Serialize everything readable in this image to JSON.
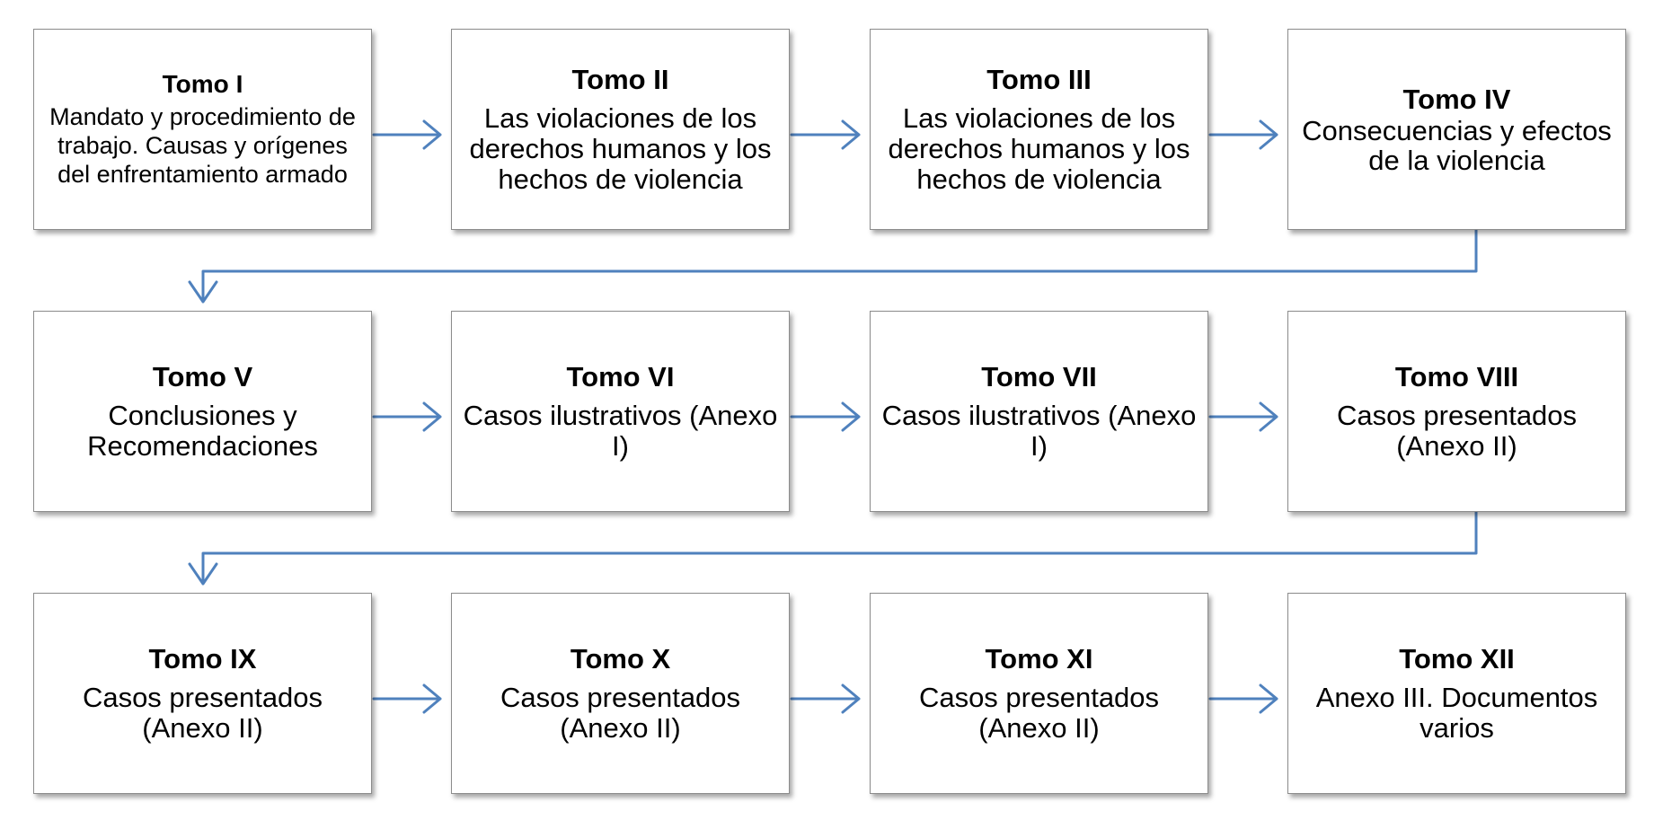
{
  "diagram": {
    "title": "",
    "colors": {
      "connector": "#4f81bd",
      "box_border": "#8c8c8c"
    },
    "boxes": [
      {
        "title": "Tomo I",
        "description": "Mandato y procedimiento de trabajo. Causas y orígenes del enfrentamiento armado"
      },
      {
        "title": "Tomo II",
        "description": "Las violaciones de los derechos humanos y los hechos de violencia"
      },
      {
        "title": "Tomo III",
        "description": "Las violaciones de los derechos humanos y los hechos de violencia"
      },
      {
        "title": "Tomo IV",
        "description": "Consecuencias y efectos de la violencia"
      },
      {
        "title": "Tomo V",
        "description": "Conclusiones y Recomendaciones"
      },
      {
        "title": "Tomo VI",
        "description": "Casos ilustrativos (Anexo I)"
      },
      {
        "title": "Tomo VII",
        "description": "Casos ilustrativos (Anexo I)"
      },
      {
        "title": "Tomo VIII",
        "description": "Casos presentados (Anexo II)"
      },
      {
        "title": "Tomo IX",
        "description": "Casos presentados (Anexo II)"
      },
      {
        "title": "Tomo X",
        "description": "Casos presentados (Anexo II)"
      },
      {
        "title": "Tomo XI",
        "description": "Casos presentados (Anexo II)"
      },
      {
        "title": "Tomo XII",
        "description": "Anexo III. Documentos varios"
      }
    ]
  }
}
